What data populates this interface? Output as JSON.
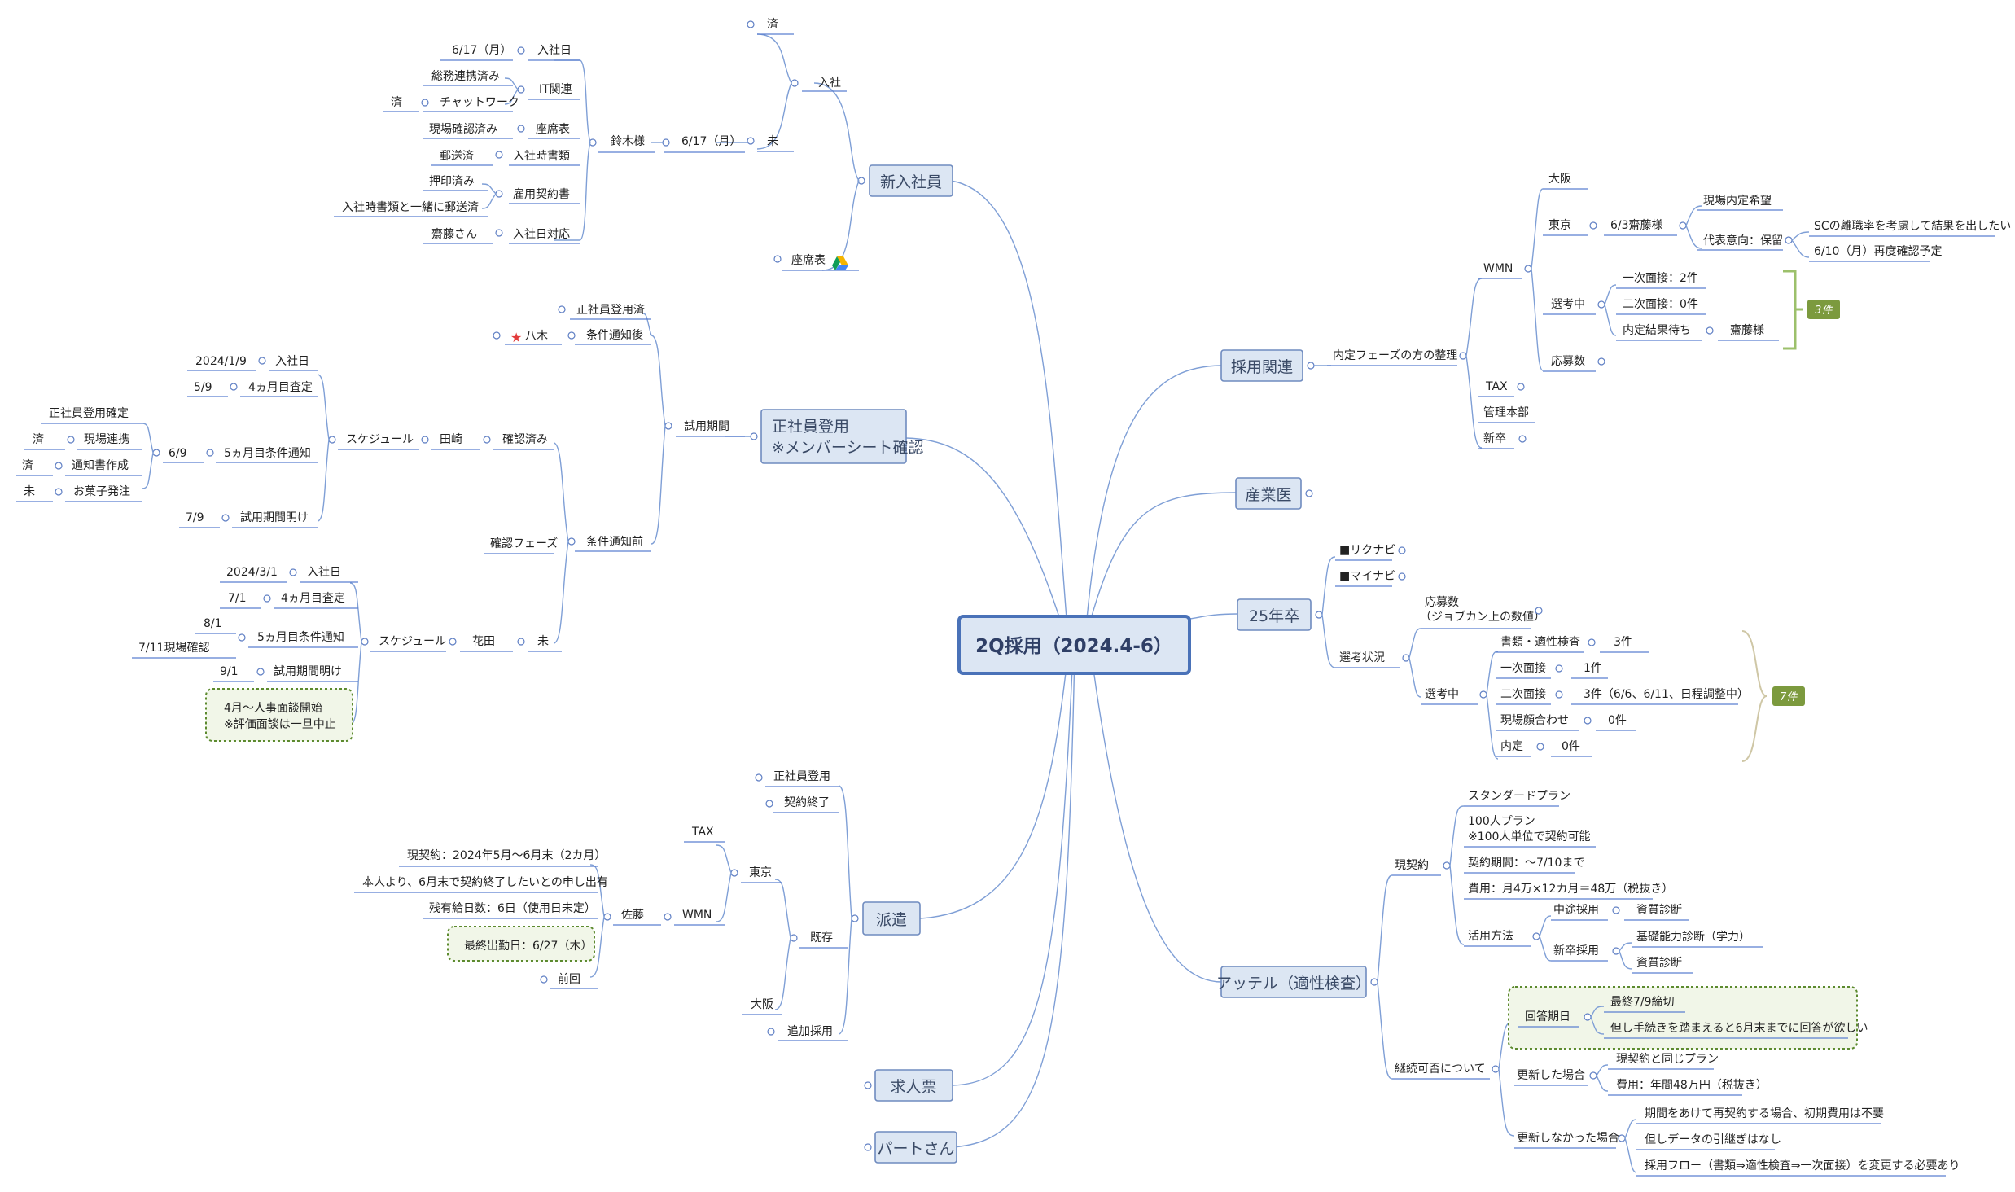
{
  "root": "2Q採用（2024.4-6）",
  "branches": {
    "new_hire": {
      "label": "新入社員",
      "nyusha": "入社",
      "zumi": "済",
      "mi": "未",
      "date": "6/17（月）",
      "suzuki": "鈴木様",
      "items": {
        "start_date": "入社日",
        "start_date_val": "6/17（月）",
        "it": "IT関連",
        "it_a": "総務連携済み",
        "it_b": "チャットワーク",
        "it_b_status": "済",
        "seat": "座席表",
        "seat_val": "現場確認済み",
        "docs": "入社時書類",
        "docs_val": "郵送済",
        "contract": "雇用契約書",
        "contract_a": "押印済み",
        "contract_b": "入社時書類と一緒に郵送済",
        "first_day": "入社日対応",
        "first_day_val": "齋藤さん"
      },
      "seat_chart": "座席表"
    },
    "regular": {
      "label": "正社員登用\n※メンバーシート確認",
      "label_line1": "正社員登用",
      "label_line2": "※メンバーシート確認",
      "trial": "試用期間",
      "notified": "条件通知後",
      "registered": "正社員登用済",
      "yagi": "八木",
      "before": "条件通知前",
      "confirmed": "確認済み",
      "tanaka": "田崎",
      "schedule": "スケジュール",
      "t_start": "入社日",
      "t_start_date": "2024/1/9",
      "t_4m": "4ヵ月目査定",
      "t_4m_date": "5/9",
      "t_5m": "5ヵ月目条件通知",
      "t_5m_date": "6/9",
      "t_5m_a": "正社員登用確定",
      "t_5m_b": "現場連携",
      "t_5m_b_s": "済",
      "t_5m_c": "通知書作成",
      "t_5m_c_s": "済",
      "t_5m_d": "お菓子発注",
      "t_5m_d_s": "未",
      "t_end": "試用期間明け",
      "t_end_date": "7/9",
      "phase": "確認フェーズ",
      "mi": "未",
      "hanada": "花田",
      "schedule2": "スケジュール",
      "h_start": "入社日",
      "h_start_date": "2024/3/1",
      "h_4m": "4ヵ月目査定",
      "h_4m_date": "7/1",
      "h_5m": "5ヵ月目条件通知",
      "h_5m_date": "8/1",
      "h_5m_sub": "7/11現場確認",
      "h_end": "試用期間明け",
      "h_end_date": "9/1",
      "note1": "4月～人事面談開始",
      "note2": "※評価面談は一旦中止"
    },
    "dispatch": {
      "label": "派遣",
      "kizon": "既存",
      "tokyo": "東京",
      "tax": "TAX",
      "wmn": "WMN",
      "sato": "佐藤",
      "c1": "現契約：2024年5月～6月末（2カ月）",
      "c2": "本人より、6月末で契約終了したいとの申し出有",
      "c3": "残有給日数：6日（使用日未定）",
      "c4": "最終出勤日：6/27（木）",
      "zenkai": "前回",
      "regular": "正社員登用",
      "ended": "契約終了",
      "osaka": "大阪",
      "add": "追加採用"
    },
    "job_ad": "求人票",
    "part": "パートさん",
    "recruit": {
      "label": "採用関連",
      "offer": "内定フェーズの方の整理",
      "wmn": "WMN",
      "osaka": "大阪",
      "tokyo": "東京",
      "saito": "6/3齋藤様",
      "saito_a": "現場内定希望",
      "saito_b": "代表意向：保留",
      "saito_b1": "SCの離職率を考慮して結果を出したい",
      "saito_b2": "6/10（月）再度確認予定",
      "screening": "選考中",
      "s1": "一次面接：2件",
      "s2": "二次面接：0件",
      "s3": "内定結果待ち",
      "s3_val": "齋藤様",
      "apps": "応募数",
      "count": "3件",
      "tax": "TAX",
      "admin": "管理本部",
      "newgrad": "新卒"
    },
    "doctor": "産業医",
    "grad25": {
      "label": "25年卒",
      "rikunabi": "■リクナビ",
      "mynavi": "■マイナビ",
      "status": "選考状況",
      "apps_line1": "応募数",
      "apps_line2": "（ジョブカン上の数値）",
      "screening": "選考中",
      "r1": "書類・適性検査",
      "r1v": "3件",
      "r2": "一次面接",
      "r2v": "1件",
      "r3": "二次面接",
      "r3v": "3件（6/6、6/11、日程調整中）",
      "r4": "現場顔合わせ",
      "r4v": "0件",
      "r5": "内定",
      "r5v": "0件",
      "count": "7件"
    },
    "attel": {
      "label": "アッテル（適性検査）",
      "current": "現契約",
      "plan": "スタンダードプラン",
      "p100a": "100人プラン",
      "p100b": "※100人単位で契約可能",
      "term": "契約期間：～7/10まで",
      "cost": "費用：月4万×12カ月＝48万（税抜き）",
      "usage": "活用方法",
      "mid": "中途採用",
      "mid_a": "資質診断",
      "new": "新卒採用",
      "new_a": "基礎能力診断（学力）",
      "new_b": "資質診断",
      "renew": "継続可否について",
      "deadline": "回答期日",
      "d1": "最終7/9締切",
      "d2": "但し手続きを踏まえると6月末までに回答が欲しい",
      "renewed": "更新した場合",
      "rn1": "現契約と同じプラン",
      "rn2": "費用：年間48万円（税抜き）",
      "not_renewed": "更新しなかった場合",
      "nr1": "期間をあけて再契約する場合、初期費用は不要",
      "nr2": "但しデータの引継ぎはなし",
      "nr3": "採用フロー（書類⇒適性検査⇒一次面接）を変更する必要あり"
    }
  }
}
